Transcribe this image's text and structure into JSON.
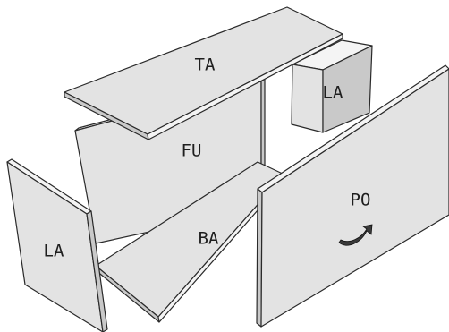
{
  "panels": {
    "top": {
      "label": "TA"
    },
    "back": {
      "label": "FU"
    },
    "right_side": {
      "label": "LA"
    },
    "left_side": {
      "label": "LA"
    },
    "bottom": {
      "label": "BA"
    },
    "door": {
      "label": "PO"
    }
  },
  "colors": {
    "panel_face": "#e3e3e3",
    "panel_edge": "#f4f4f4",
    "panel_shade": "#c9c9c9",
    "outline": "#2a2a2a",
    "handle": "#3a3a3a"
  },
  "icons": {
    "door_handle": "curved-arrow-handle-icon"
  }
}
